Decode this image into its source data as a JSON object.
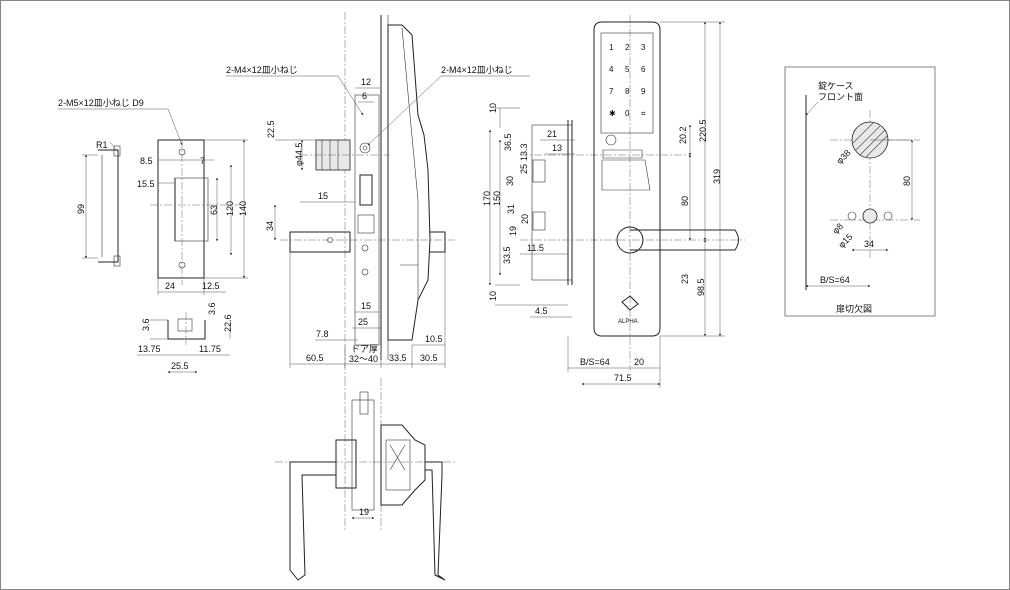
{
  "screws": {
    "left_plate": "2-M5×12皿小ねじ D9",
    "side_top": "2-M4×12皿小ねじ",
    "front_top": "2-M4×12皿小ねじ"
  },
  "left_view": {
    "r1": "R1",
    "h99": "99",
    "w8_5": "8.5",
    "w7": "7",
    "w15_5": "15.5",
    "h63": "63",
    "h120": "120",
    "h140": "140",
    "w24": "24",
    "w12_5": "12.5",
    "h3_6a": "3.6",
    "h3_6b": "3.6",
    "h22_6": "22.6",
    "w13_75": "13.75",
    "w11_75": "11.75",
    "w25_5": "25.5"
  },
  "side_view": {
    "w12": "12",
    "w6": "6",
    "h22_5": "22.5",
    "dia44_5": "φ44.5",
    "w15a": "15",
    "h34": "34",
    "w15b": "15",
    "w25": "25",
    "w7_8": "7.8",
    "w10_5": "10.5",
    "door_label": "ドア厚",
    "door_range": "32～40",
    "w60_5": "60.5",
    "w33_5": "33.5",
    "w30_5": "30.5",
    "w19": "19"
  },
  "front_view": {
    "keypad": [
      "1",
      "2",
      "3",
      "4",
      "5",
      "6",
      "7",
      "8",
      "9",
      "✱",
      "0",
      "⌗"
    ],
    "brand": "ALPHA",
    "h10a": "10",
    "h36_5": "36.5",
    "h13_3": "13.3",
    "h25": "25",
    "h30": "30",
    "h170": "170",
    "h150": "150",
    "h31": "31",
    "h20": "20",
    "h19": "19",
    "h33_5": "33.5",
    "h10b": "10",
    "w21": "21",
    "w13": "13",
    "w11_5": "11.5",
    "w4_5": "4.5",
    "h20_2": "20.2",
    "h220_5": "220.5",
    "h319": "319",
    "h80": "80",
    "h23": "23",
    "h98_5": "98.5",
    "bs": "B/S=64",
    "w20": "20",
    "w71_5": "71.5"
  },
  "cutout": {
    "case_label1": "錠ケース",
    "case_label2": "フロント面",
    "dia38": "φ38",
    "h80": "80",
    "dia8": "φ8",
    "dia15": "φ15",
    "w34": "34",
    "bs": "B/S=64",
    "title": "扉切欠図"
  }
}
